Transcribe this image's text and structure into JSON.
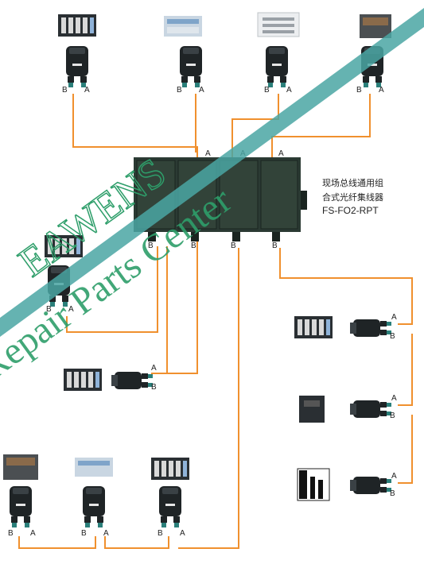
{
  "hub": {
    "title_line1": "现场总线通用组",
    "title_line2": "合式光纤集线器",
    "model": "FS-FO2-RPT"
  },
  "port_labels": {
    "a": "A",
    "b": "B"
  },
  "watermark": {
    "line1": "EAWENS",
    "line2": "Repair Parts Center",
    "color": "#2e9e6a"
  },
  "colors": {
    "fiber": "#f0902e",
    "device_dark": "#1f2426",
    "hub_body": "#2b3a33",
    "band": "#4aa6a3"
  },
  "icons": {
    "converter": "fiber-converter-icon",
    "plc": "plc-device-icon",
    "hub": "fiber-hub-icon"
  }
}
